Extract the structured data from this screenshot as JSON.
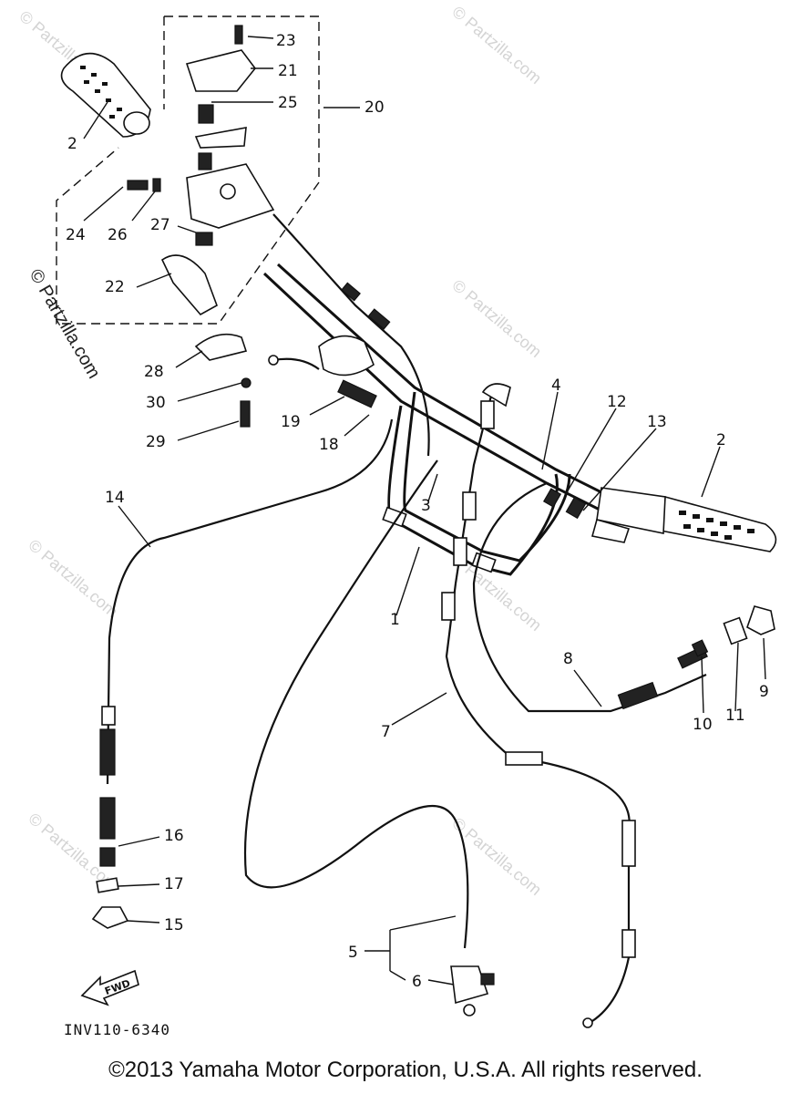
{
  "watermark": "© Partzilla.com",
  "diagram_code": "INV110-6340",
  "fwd_label": "FWD",
  "copyright": "©2013 Yamaha Motor Corporation, U.S.A. All rights reserved.",
  "callouts": {
    "c1": "1",
    "c2a": "2",
    "c2b": "2",
    "c3": "3",
    "c4": "4",
    "c5": "5",
    "c6": "6",
    "c7": "7",
    "c8": "8",
    "c9": "9",
    "c10": "10",
    "c11": "11",
    "c12": "12",
    "c13": "13",
    "c14": "14",
    "c15": "15",
    "c16": "16",
    "c17": "17",
    "c18": "18",
    "c19": "19",
    "c20": "20",
    "c21": "21",
    "c22": "22",
    "c23": "23",
    "c24": "24",
    "c25": "25",
    "c26": "26",
    "c27": "27",
    "c28": "28",
    "c29": "29",
    "c30": "30"
  }
}
